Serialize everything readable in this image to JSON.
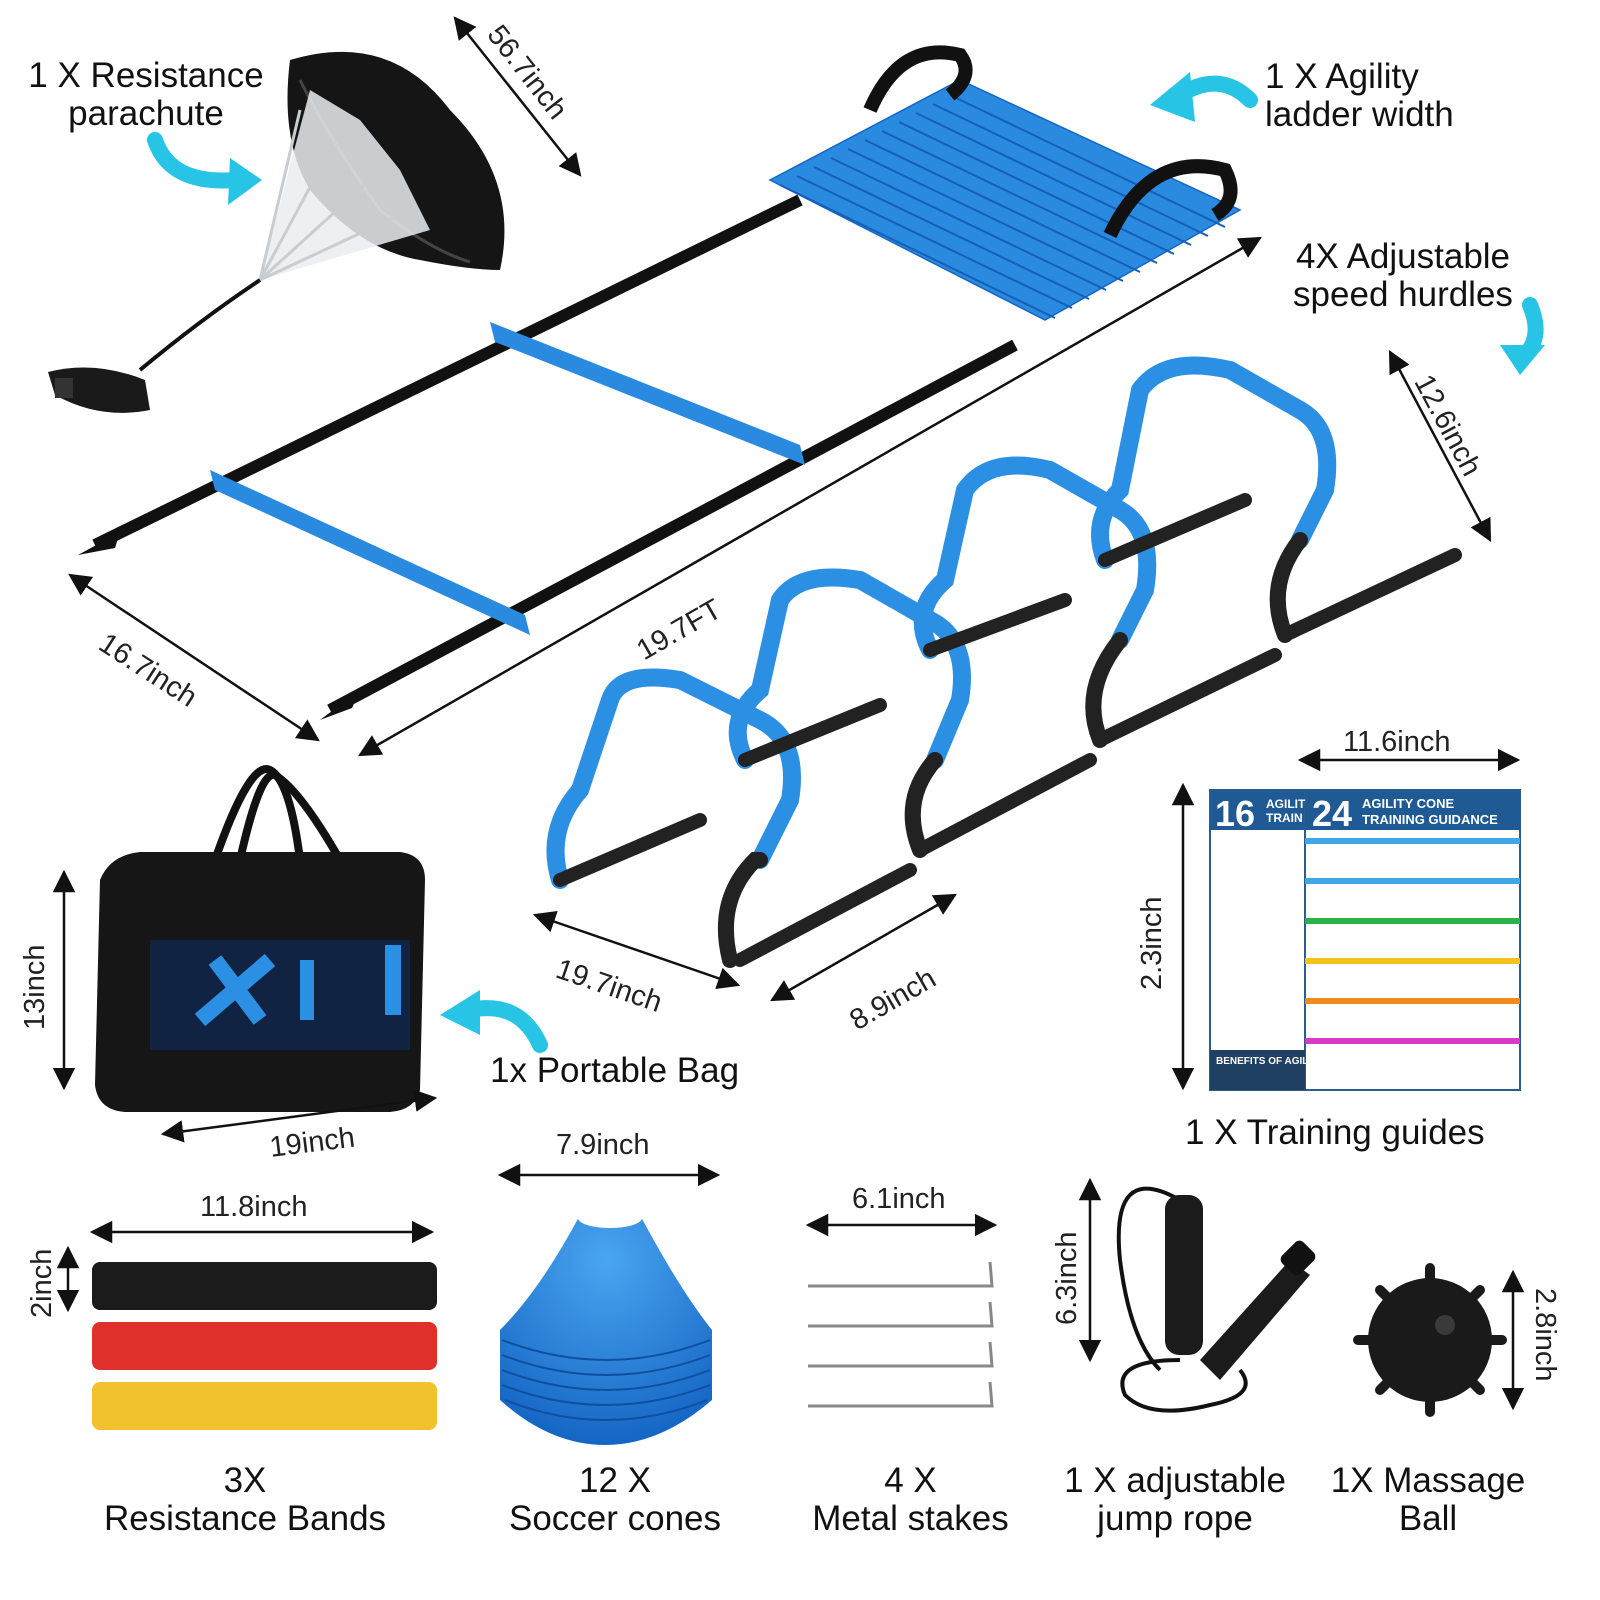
{
  "colors": {
    "accent_blue": "#1e8fe0",
    "arrow_cyan": "#27c4e6",
    "strap_black": "#1a1a1a",
    "band_black": "#1b1b1b",
    "band_red": "#e0302b",
    "band_yellow": "#f2c12e"
  },
  "items": {
    "parachute": {
      "label_line1": "1 X Resistance",
      "label_line2": "parachute"
    },
    "ladder": {
      "label_line1": "1 X Agility",
      "label_line2": "ladder width"
    },
    "hurdles": {
      "label_line1": "4X Adjustable",
      "label_line2": "speed hurdles"
    },
    "bag": {
      "label": "1x Portable Bag"
    },
    "guides": {
      "label": "1 X Training guides"
    },
    "bands": {
      "label_line1": "3X",
      "label_line2": "Resistance Bands"
    },
    "cones": {
      "label_line1": "12 X",
      "label_line2": "Soccer cones"
    },
    "stakes": {
      "label_line1": "4 X",
      "label_line2": "Metal stakes"
    },
    "jump_rope": {
      "label_line1": "1 X adjustable",
      "label_line2": "jump rope"
    },
    "massage_ball": {
      "label_line1": "1X Massage",
      "label_line2": "Ball"
    }
  },
  "dimensions": {
    "parachute_width": "56.7inch",
    "ladder_length": "19.7FT",
    "ladder_width": "16.7inch",
    "hurdle_height": "12.6inch",
    "hurdle_width": "19.7inch",
    "hurdle_depth": "8.9inch",
    "bag_height": "13inch",
    "bag_width": "19inch",
    "guide_width": "11.6inch",
    "guide_height": "2.3inch",
    "band_width": "11.8inch",
    "band_height": "2inch",
    "cone_width": "7.9inch",
    "stake_width": "6.1inch",
    "rope_handle": "6.3inch",
    "ball_size": "2.8inch"
  },
  "poster": {
    "left_number": "16",
    "left_title_1": "AGILIT",
    "left_title_2": "TRAIN",
    "right_number": "24",
    "right_title_1": "AGILITY CONE",
    "right_title_2": "TRAINING GUIDANCE",
    "footer": "BENEFITS OF AGILI"
  }
}
